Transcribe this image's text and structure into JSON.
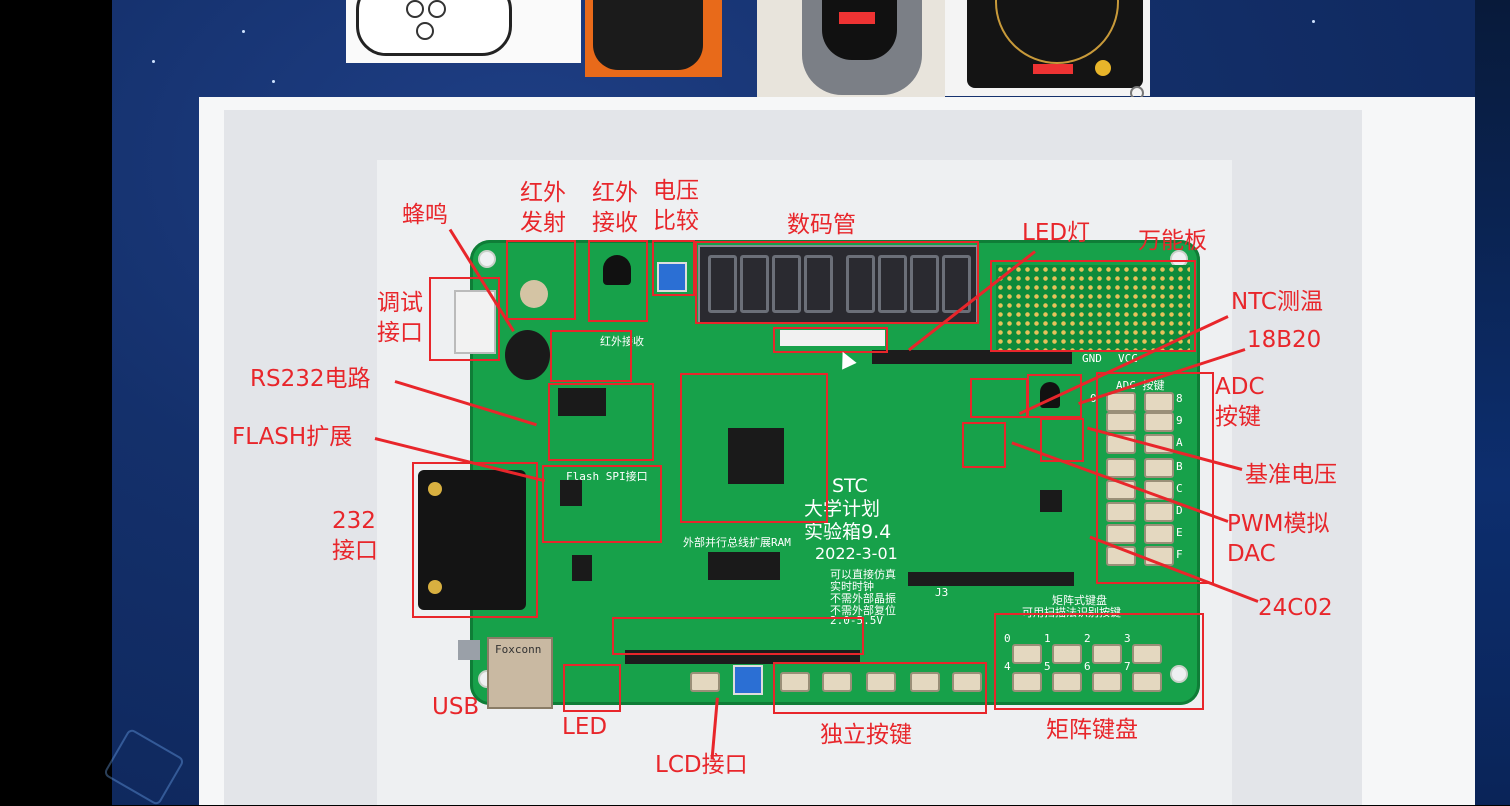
{
  "slide": {
    "labels": {
      "buzzer": "蜂鸣",
      "ir_tx": "红外\n发射",
      "ir_rx": "红外\n接收",
      "volt_cmp": "电压\n比较",
      "seg_display": "数码管",
      "led_light": "LED灯",
      "proto_board": "万能板",
      "debug_port": "调试\n接口",
      "ntc": "NTC测温",
      "ds18b20": "18B20",
      "rs232": "RS232电路",
      "adc_keys": "ADC\n按键",
      "flash": "FLASH扩展",
      "ref_volt": "基准电压",
      "port232": "232\n接口",
      "pwm_dac": "PWM模拟\nDAC",
      "eeprom": "24C02",
      "usb": "USB",
      "led": "LED",
      "lcd_port": "LCD接口",
      "indep_keys": "独立按键",
      "matrix_keys": "矩阵键盘"
    },
    "board_silk": {
      "brand": "STC",
      "line1": "大学计划",
      "line2": "实验箱9.4",
      "date": "2022-3-01",
      "note1": "可以直接仿真",
      "note2": "实时时钟",
      "note3": "不需外部晶振",
      "note4": "不需外部复位",
      "note5": "2.0-5.5V",
      "adc_title": "ADC 按键",
      "adc_keys": [
        "0",
        "8",
        "9",
        "A",
        "B",
        "C",
        "D",
        "E",
        "F"
      ],
      "gnd": "GND",
      "vcc": "VCC",
      "matrix_title": "矩阵式键盘",
      "matrix_sub": "可用扫描法识别按键",
      "matrix_nums": [
        "0",
        "1",
        "2",
        "3",
        "4",
        "5",
        "6",
        "7"
      ],
      "ir_rx_silk": "红外接收",
      "flash_silk": "Flash SPI接口",
      "ext_bus": "外部并行总线扩展RAM",
      "usb_brand": "Foxconn",
      "j3": "J3"
    }
  }
}
